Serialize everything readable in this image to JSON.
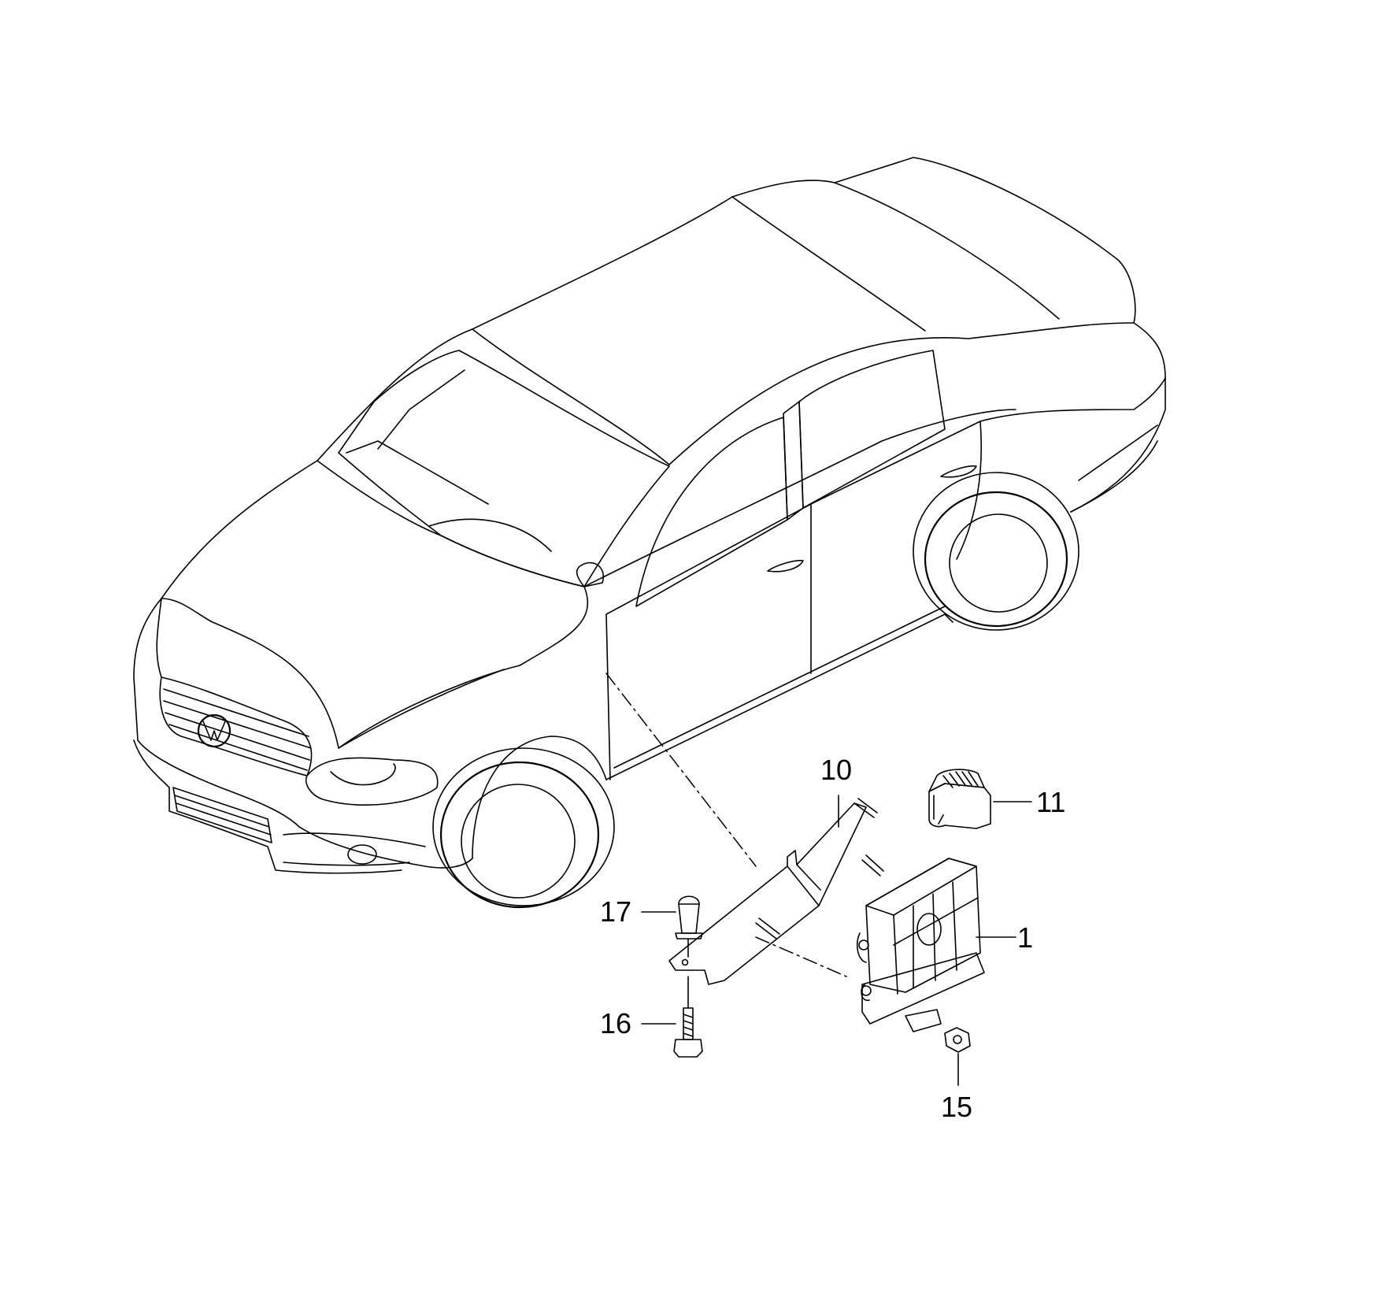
{
  "callouts": {
    "part_1": "1",
    "part_10": "10",
    "part_11": "11",
    "part_15": "15",
    "part_16": "16",
    "part_17": "17"
  }
}
